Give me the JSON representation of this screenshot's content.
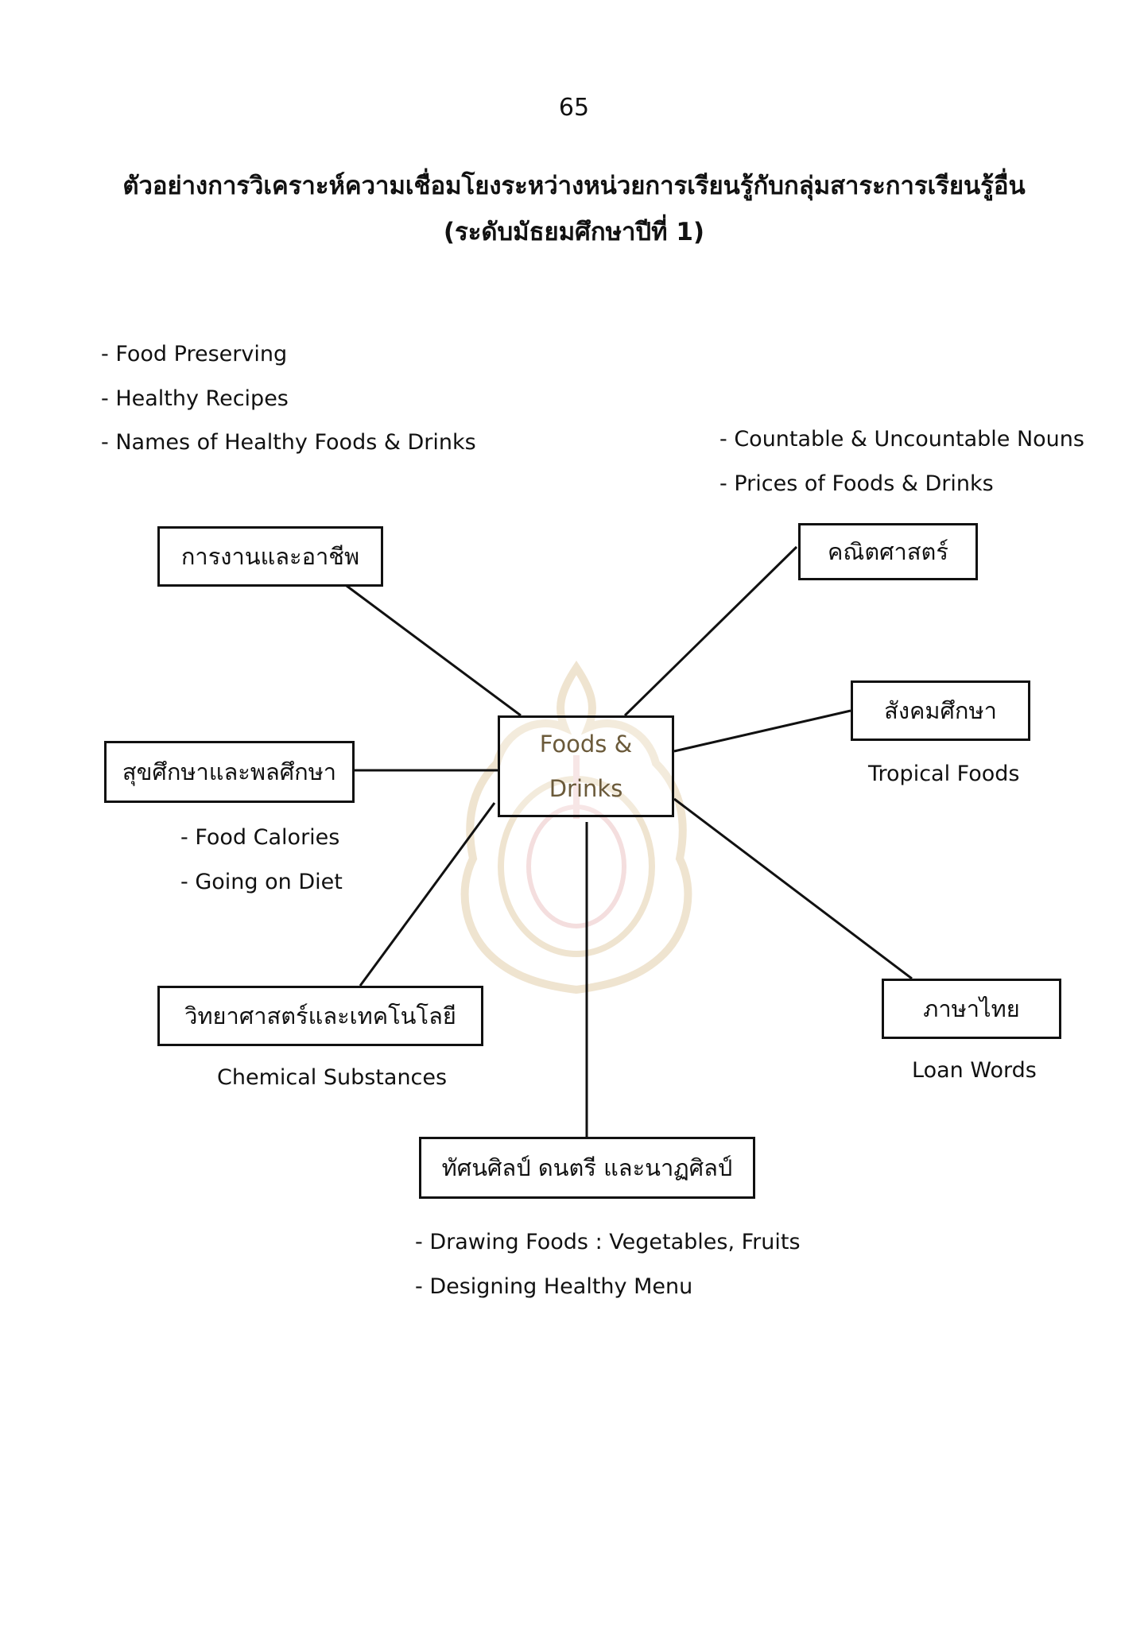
{
  "page_number": "65",
  "title_line1": "ตัวอย่างการวิเคราะห์ความเชื่อมโยงระหว่างหน่วยการเรียนรู้กับกลุ่มสาระการเรียนรู้อื่น",
  "title_line2": "(ระดับมัธยมศึกษาปีที่ 1)",
  "center": {
    "line1": "Foods &",
    "line2": "Drinks"
  },
  "nodes": {
    "careers": {
      "label": "การงานและอาชีพ",
      "notes": [
        "- Food Preserving",
        "- Healthy Recipes",
        "- Names of Healthy Foods & Drinks"
      ]
    },
    "math": {
      "label": "คณิตศาสตร์",
      "notes": [
        "- Countable & Uncountable Nouns",
        "- Prices of Foods & Drinks"
      ]
    },
    "social": {
      "label": "สังคมศึกษา",
      "notes": [
        "Tropical Foods"
      ]
    },
    "health": {
      "label": "สุขศึกษาและพลศึกษา",
      "notes": [
        "- Food Calories",
        "- Going on Diet"
      ]
    },
    "science": {
      "label": "วิทยาศาสตร์และเทคโนโลยี",
      "notes": [
        "Chemical Substances"
      ]
    },
    "thai": {
      "label": "ภาษาไทย",
      "notes": [
        "Loan Words"
      ]
    },
    "arts": {
      "label": "ทัศนศิลป์ ดนตรี และนาฏศิลป์",
      "notes": [
        "- Drawing Foods : Vegetables, Fruits",
        "- Designing Healthy Menu"
      ]
    }
  },
  "colors": {
    "ink": "#111111",
    "watermark": "#c9a05a"
  },
  "watermark_icon": "emblem-seal-watermark"
}
